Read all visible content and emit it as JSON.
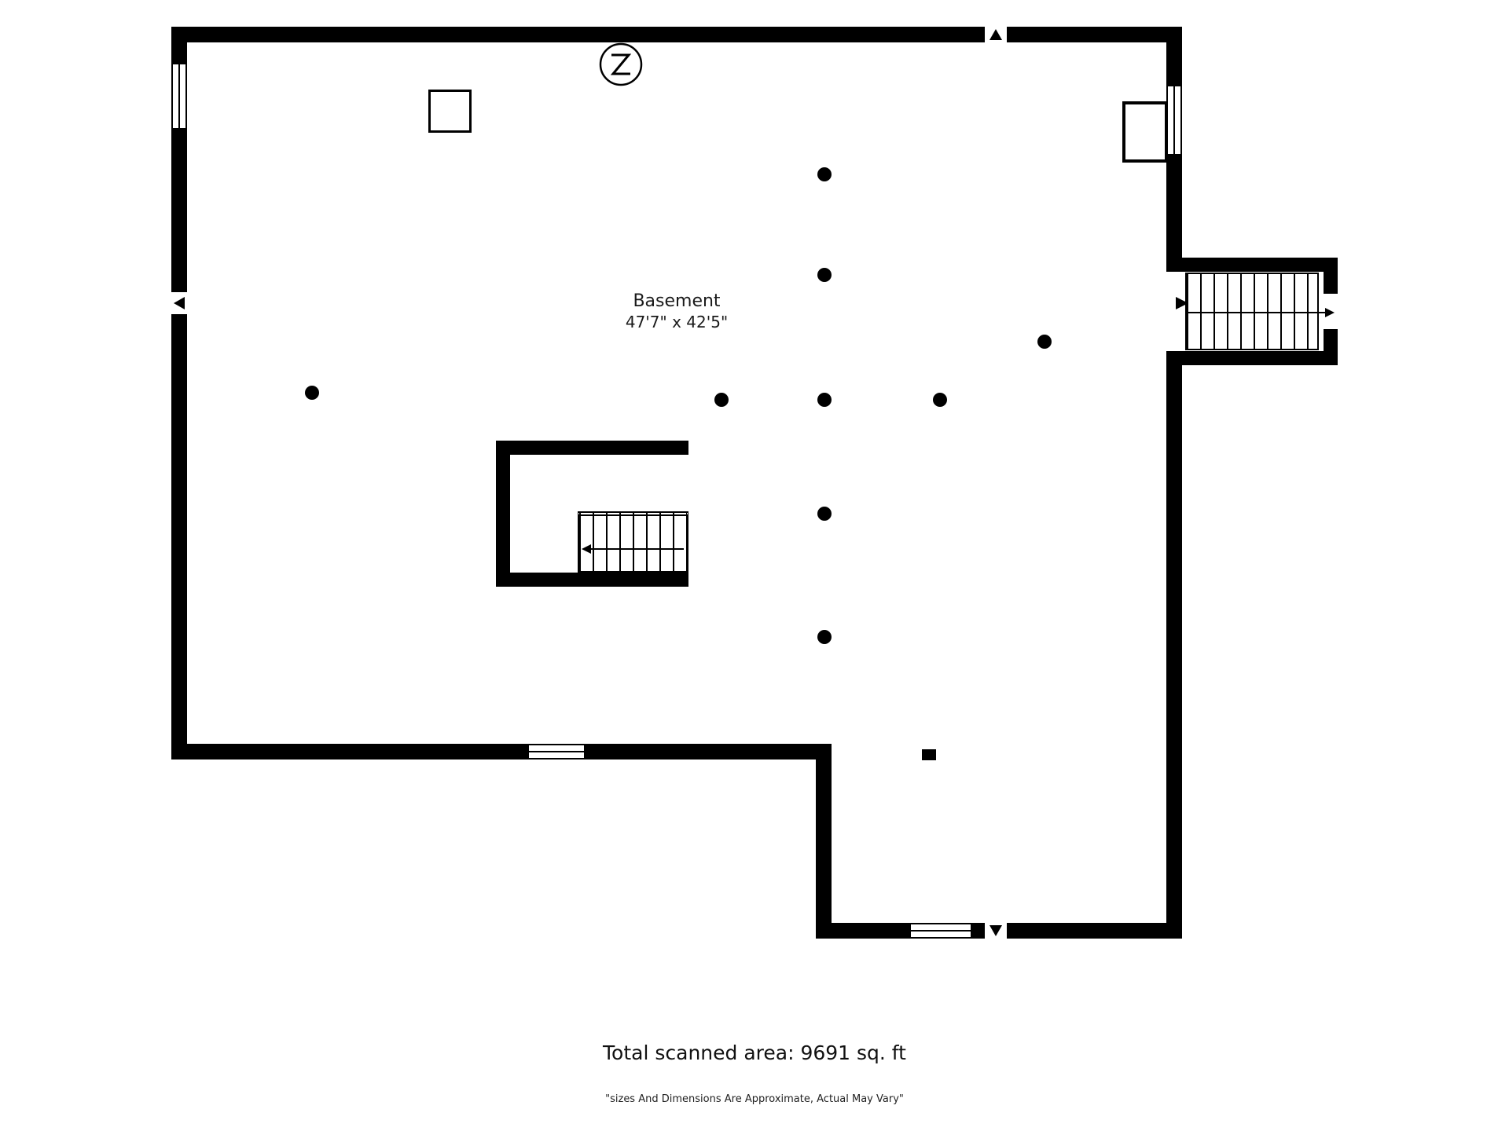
{
  "floorplan": {
    "room_label": "Basement",
    "room_dimensions": "47'7\" x 42'5\"",
    "colors": {
      "wall": "#000000",
      "background": "#ffffff"
    }
  },
  "footer": {
    "total_area": "Total scanned area: 9691 sq. ft",
    "disclaimer": "\"sizes And Dimensions Are Approximate, Actual May Vary\""
  }
}
